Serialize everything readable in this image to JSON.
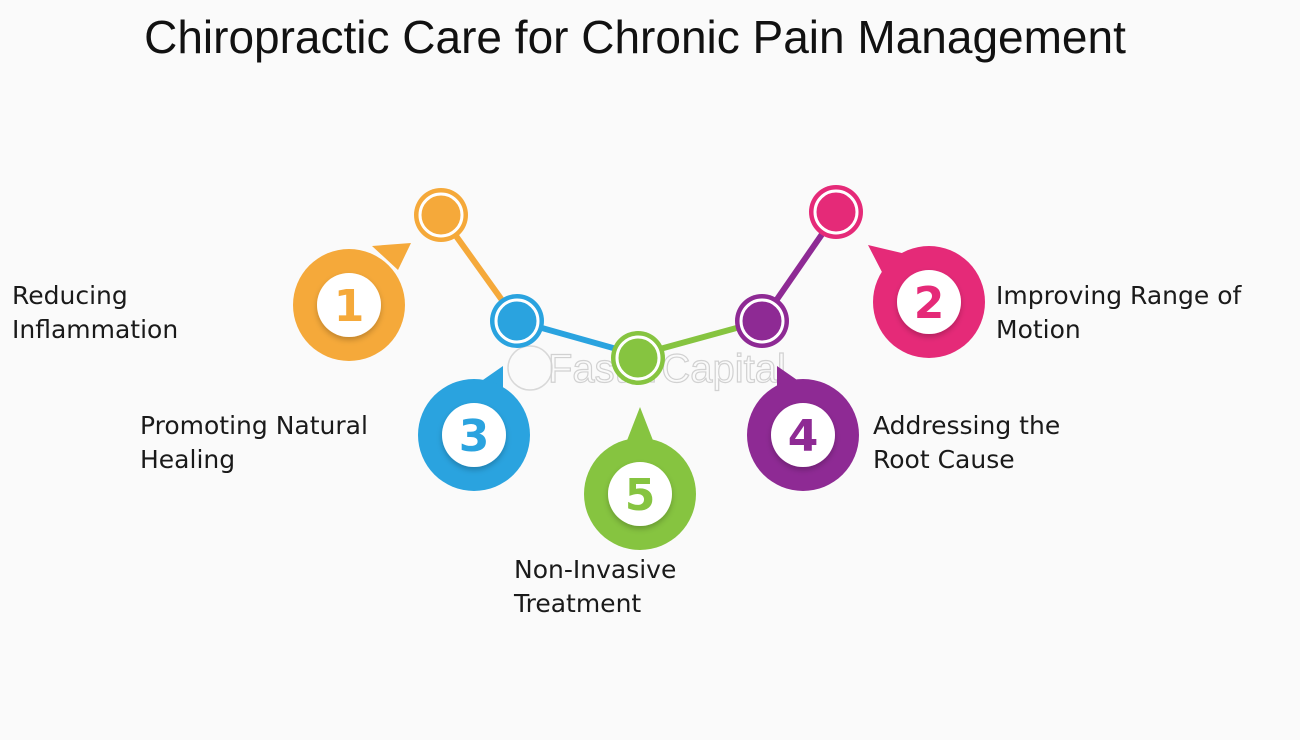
{
  "title": "Chiropractic Care for Chronic Pain Management",
  "watermark": "FasterCapital",
  "colors": {
    "orange": "#f5a93a",
    "blue": "#2aa3df",
    "green": "#86c440",
    "purple": "#8e2a94",
    "pink": "#e52a78"
  },
  "steps": [
    {
      "number": "1",
      "label_line1": "Reducing",
      "label_line2": "Inflammation",
      "color": "orange"
    },
    {
      "number": "2",
      "label_line1": "Improving Range of",
      "label_line2": "Motion",
      "color": "pink"
    },
    {
      "number": "3",
      "label_line1": "Promoting Natural",
      "label_line2": "Healing",
      "color": "blue"
    },
    {
      "number": "4",
      "label_line1": "Addressing the",
      "label_line2": "Root Cause",
      "color": "purple"
    },
    {
      "number": "5",
      "label_line1": "Non-Invasive",
      "label_line2": "Treatment",
      "color": "green"
    }
  ]
}
